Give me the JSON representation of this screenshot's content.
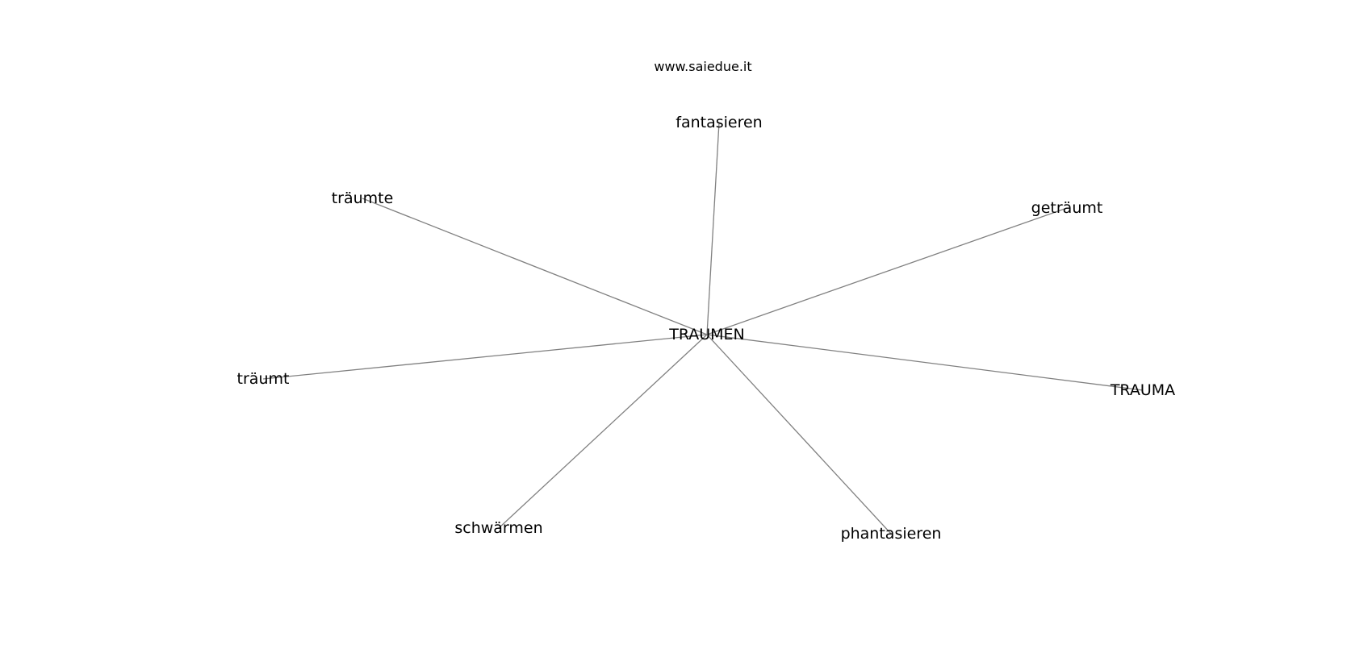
{
  "site": "www.saiedue.it",
  "colors": {
    "edge": "#808080",
    "text": "#000000",
    "background": "#ffffff"
  },
  "center": {
    "id": "traumen",
    "label": "TRAUMEN"
  },
  "nodes": [
    {
      "id": "fantasieren",
      "label": "fantasieren"
    },
    {
      "id": "traeumte",
      "label": "träumte"
    },
    {
      "id": "getraeumt",
      "label": "geträumt"
    },
    {
      "id": "traeumt",
      "label": "träumt"
    },
    {
      "id": "trauma",
      "label": "TRAUMA"
    },
    {
      "id": "schwaermen",
      "label": "schwärmen"
    },
    {
      "id": "phantasieren",
      "label": "phantasieren"
    }
  ],
  "edges": [
    {
      "from": "traumen",
      "to": "fantasieren"
    },
    {
      "from": "traumen",
      "to": "traeumte"
    },
    {
      "from": "traumen",
      "to": "getraeumt"
    },
    {
      "from": "traumen",
      "to": "traeumt"
    },
    {
      "from": "traumen",
      "to": "trauma"
    },
    {
      "from": "traumen",
      "to": "schwaermen"
    },
    {
      "from": "traumen",
      "to": "phantasieren"
    }
  ]
}
